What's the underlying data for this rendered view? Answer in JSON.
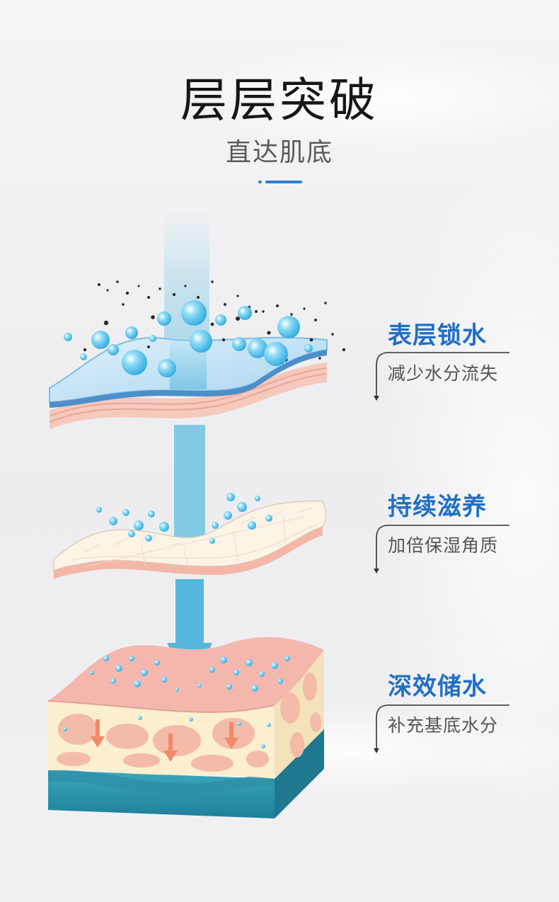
{
  "header": {
    "title": "层层突破",
    "subtitle": "直达肌底"
  },
  "colors": {
    "accent": "#2f7fd6",
    "label_blue": "#1f6fc8",
    "arrow_blue": "#5ab9dd",
    "skin_pink": "#f3b8ab",
    "water_teal": "#2a93ab"
  },
  "layers": [
    {
      "title": "表层锁水",
      "desc": "减少水分流失"
    },
    {
      "title": "持续滋养",
      "desc": "加倍保湿角质"
    },
    {
      "title": "深效储水",
      "desc": "补充基底水分"
    }
  ]
}
